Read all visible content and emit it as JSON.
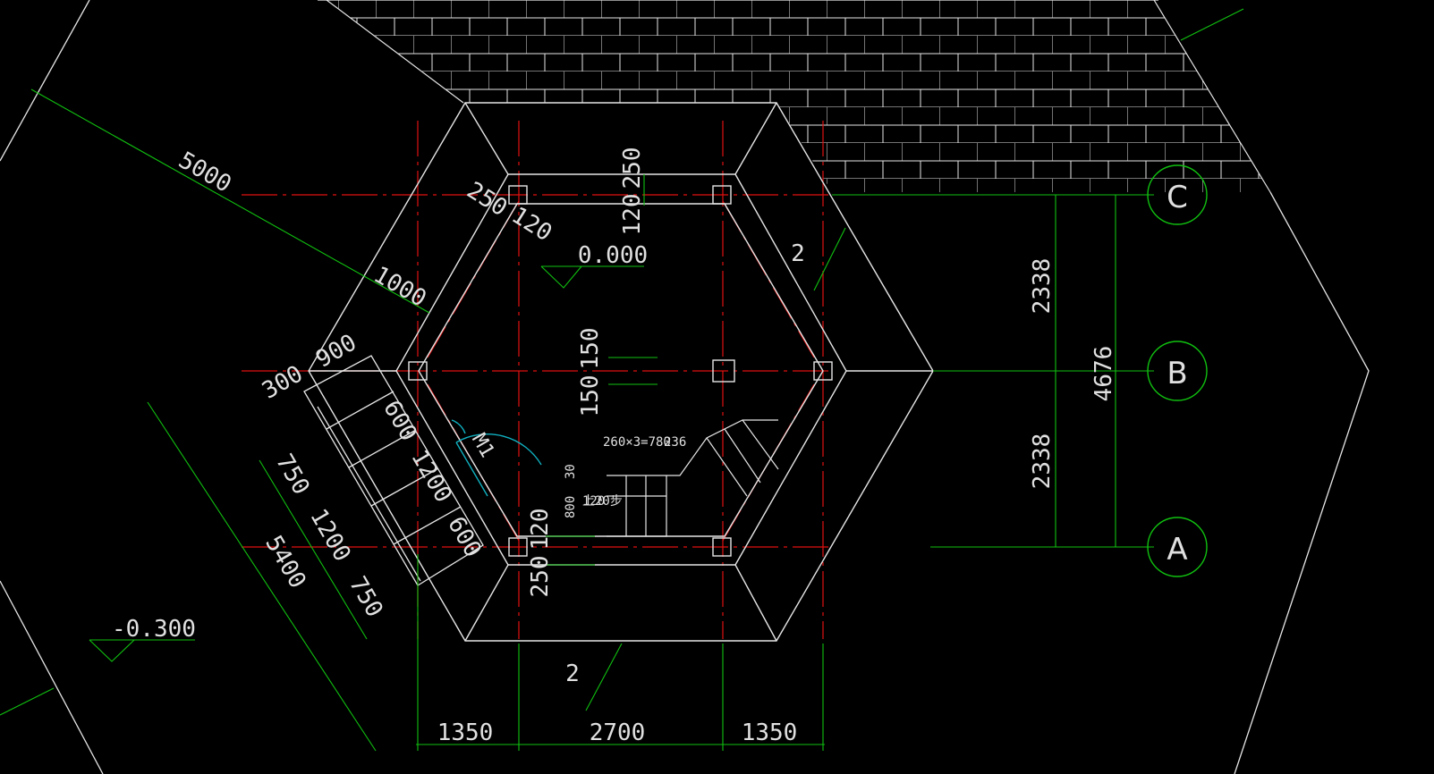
{
  "colors": {
    "background": "#000000",
    "axis_line": "#e01010",
    "dimension": "#10c010",
    "outline": "#e6e6e6",
    "door": "#10b0c0"
  },
  "grid_bubbles": [
    "C",
    "B",
    "A"
  ],
  "dims_bottom": [
    "1350",
    "2700",
    "1350"
  ],
  "dims_right": [
    "2338",
    "2338",
    "4676"
  ],
  "dims_top": [
    "250",
    "120"
  ],
  "dims_corner": [
    "250",
    "120"
  ],
  "dims_column": [
    "150",
    "150"
  ],
  "dims_bottom_column": [
    "120",
    "250"
  ],
  "dims_diagonal": [
    "5000",
    "1000"
  ],
  "dims_entry_top": [
    "900",
    "300"
  ],
  "dims_entry_stair": [
    "600",
    "1200",
    "600"
  ],
  "dims_entry_side": [
    "750",
    "1200",
    "750"
  ],
  "dims_entry_total": "5400",
  "levels": [
    "0.000",
    "-0.300"
  ],
  "door_tag": "M1",
  "stair_notes": [
    "260×3=780",
    "236",
    "30",
    "800",
    "120",
    "上20步"
  ],
  "section_marks": [
    "2",
    "2"
  ]
}
